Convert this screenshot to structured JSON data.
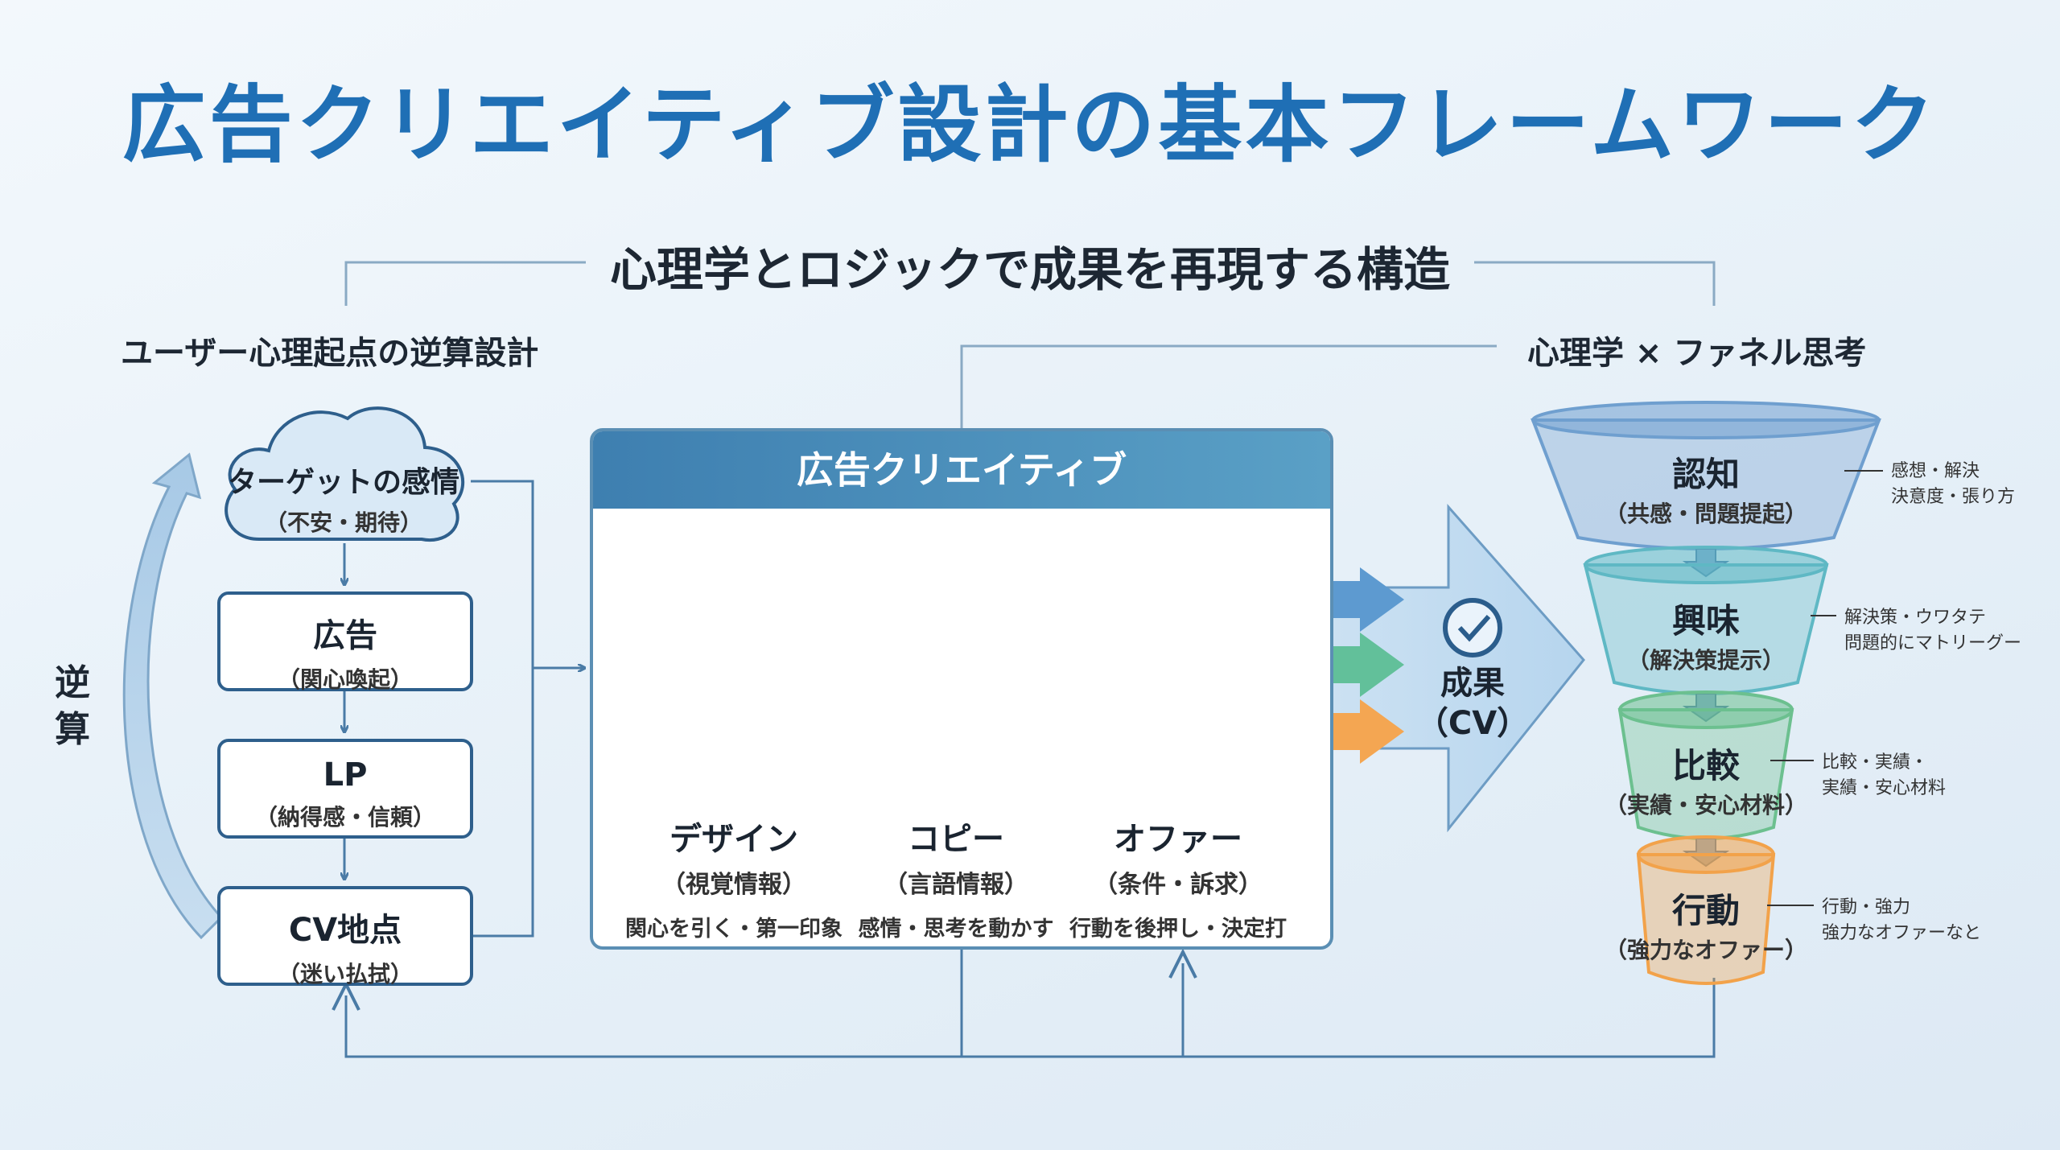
{
  "title": "広告クリエイティブ設計の基本フレームワーク",
  "subtitle": "心理学とロジックで成果を再現する構造",
  "left": {
    "heading": "ユーザー心理起点の逆算設計",
    "cloud": {
      "title": "ターゲットの感情",
      "sub": "（不安・期待）"
    },
    "steps": [
      {
        "title": "広告",
        "sub": "（関心喚起）"
      },
      {
        "title": "LP",
        "sub": "（納得感・信頼）"
      },
      {
        "title": "CV地点",
        "sub": "（迷い払拭）"
      }
    ],
    "reverse_label": "逆算"
  },
  "creative": {
    "header": "広告クリエイティブ",
    "columns": [
      {
        "title": "デザイン",
        "sub": "（視覚情報）",
        "desc": "関心を引く・第一印象",
        "color": "#2f74c0"
      },
      {
        "title": "コピー",
        "sub": "（言語情報）",
        "desc": "感情・思考を動かす",
        "color": "#3fae78"
      },
      {
        "title": "オファー",
        "sub": "（条件・訴求）",
        "desc": "行動を後押し・決定打",
        "color": "#f0982b"
      }
    ]
  },
  "result": {
    "line1": "成果",
    "line2": "（CV）"
  },
  "funnel": {
    "heading": "心理学 × ファネル思考",
    "stages": [
      {
        "title": "認知",
        "sub": "（共感・問題提起）",
        "note1": "感想・解決",
        "note2": "決意度・張り方",
        "color": "#6f9fcf"
      },
      {
        "title": "興味",
        "sub": "（解決策提示）",
        "note1": "解決策・ウワタテ",
        "note2": "問題的にマトリーグー",
        "color": "#5fb8c4"
      },
      {
        "title": "比較",
        "sub": "（実績・安心材料）",
        "note1": "比較・実績・",
        "note2": "実績・安心材料",
        "color": "#6cc08f"
      },
      {
        "title": "行動",
        "sub": "（強力なオファー）",
        "note1": "行動・強力",
        "note2": "強力なオファーなと",
        "color": "#f2a24a"
      }
    ]
  },
  "icons": {
    "design": [
      "eye-icon",
      "color-wheel-icon",
      "layout-icon",
      "image-icon"
    ],
    "copy": [
      "chat-heart-icon",
      "brain-icon"
    ],
    "offer": [
      "price-tag-icon",
      "badge-icon",
      "gift-icon",
      "handshake-icon"
    ],
    "result": "check-circle-icon"
  }
}
